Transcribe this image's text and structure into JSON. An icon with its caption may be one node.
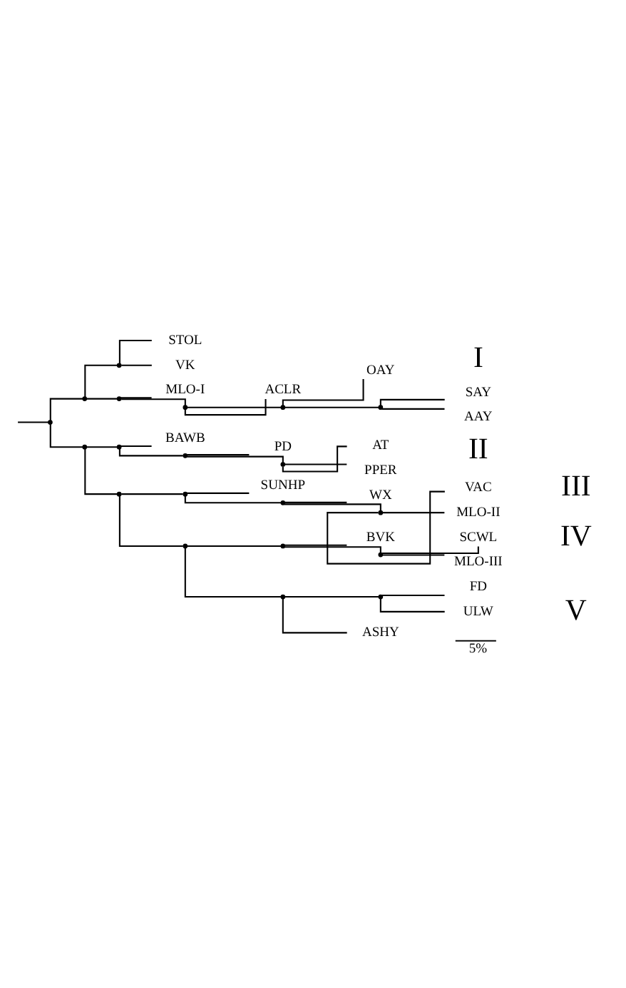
{
  "diagram": {
    "nodes": [
      {
        "text": [],
        "shape": "point"
      },
      {
        "text": [],
        "shape": "point"
      },
      {
        "text": [],
        "shape": "point"
      },
      {
        "text": [
          "STOL"
        ]
      },
      {
        "text": [
          "VK"
        ]
      },
      {
        "text": [],
        "shape": "point"
      },
      {
        "text": [
          "MLO-I"
        ]
      },
      {
        "text": [],
        "shape": "point"
      },
      {
        "text": [
          "ACLR"
        ]
      },
      {
        "text": [],
        "shape": "point"
      },
      {
        "text": [
          "OAY"
        ]
      },
      {
        "text": [],
        "shape": "point"
      },
      {
        "text": [
          "SAY"
        ]
      },
      {
        "text": [
          "AAY"
        ]
      },
      {
        "text": [],
        "shape": "point"
      },
      {
        "text": [],
        "shape": "point"
      },
      {
        "text": [
          "BAWB"
        ]
      },
      {
        "text": [],
        "shape": "point"
      },
      {
        "text": [
          "PD"
        ]
      },
      {
        "text": [],
        "shape": "point"
      },
      {
        "text": [
          "AT"
        ]
      },
      {
        "text": [
          "PPER"
        ]
      },
      {
        "text": [],
        "shape": "point"
      },
      {
        "text": [],
        "shape": "point"
      },
      {
        "text": [
          "SUNHP"
        ]
      },
      {
        "text": [],
        "shape": "point"
      },
      {
        "text": [
          "WX"
        ]
      },
      {
        "text": [],
        "shape": "point"
      },
      {
        "text": [
          "VAC"
        ]
      },
      {
        "text": [
          "MLO-II"
        ]
      },
      {
        "text": [],
        "shape": "point"
      },
      {
        "text": [],
        "shape": "point"
      },
      {
        "text": [
          "BVK"
        ]
      },
      {
        "text": [],
        "shape": "point"
      },
      {
        "text": [
          "SCWL"
        ]
      },
      {
        "text": [
          "MLO-III"
        ]
      },
      {
        "text": [],
        "shape": "point"
      },
      {
        "text": [],
        "shape": "point"
      },
      {
        "text": [
          "FD"
        ]
      },
      {
        "text": [
          "ULW"
        ]
      },
      {
        "text": [
          "ASHY"
        ]
      }
    ],
    "edges": [
      {
        "from": null,
        "to": 0,
        "arrow": "none"
      },
      {
        "from": 0,
        "to": 1,
        "arrow": "none"
      },
      {
        "from": 1,
        "to": 2,
        "arrow": "none"
      },
      {
        "from": 2,
        "to": 3,
        "arrow": "none"
      },
      {
        "from": 2,
        "to": 4,
        "arrow": "none"
      },
      {
        "from": 1,
        "to": 5,
        "arrow": "none"
      },
      {
        "from": 5,
        "to": 6,
        "arrow": "none"
      },
      {
        "from": 5,
        "to": 7,
        "arrow": "none"
      },
      {
        "from": 7,
        "to": 8,
        "arrow": "none"
      },
      {
        "from": 7,
        "to": 9,
        "arrow": "none"
      },
      {
        "from": 9,
        "to": 10,
        "arrow": "none"
      },
      {
        "from": 9,
        "to": 11,
        "arrow": "none"
      },
      {
        "from": 11,
        "to": 12,
        "arrow": "none"
      },
      {
        "from": 11,
        "to": 13,
        "arrow": "none"
      },
      {
        "from": 0,
        "to": 14,
        "arrow": "none"
      },
      {
        "from": 14,
        "to": 15,
        "arrow": "none"
      },
      {
        "from": 15,
        "to": 16,
        "arrow": "none"
      },
      {
        "from": 15,
        "to": 17,
        "arrow": "none"
      },
      {
        "from": 17,
        "to": 18,
        "arrow": "none"
      },
      {
        "from": 17,
        "to": 19,
        "arrow": "none"
      },
      {
        "from": 19,
        "to": 20,
        "arrow": "none"
      },
      {
        "from": 19,
        "to": 21,
        "arrow": "none"
      },
      {
        "from": 14,
        "to": 22,
        "arrow": "none"
      },
      {
        "from": 22,
        "to": 23,
        "arrow": "none"
      },
      {
        "from": 23,
        "to": 24,
        "arrow": "none"
      },
      {
        "from": 23,
        "to": 25,
        "arrow": "none"
      },
      {
        "from": 25,
        "to": 26,
        "arrow": "none"
      },
      {
        "from": 25,
        "to": 27,
        "arrow": "none"
      },
      {
        "from": 27,
        "to": 28,
        "arrow": "none"
      },
      {
        "from": 27,
        "to": 29,
        "arrow": "none"
      },
      {
        "from": 22,
        "to": 30,
        "arrow": "none"
      },
      {
        "from": 30,
        "to": 31,
        "arrow": "none"
      },
      {
        "from": 31,
        "to": 32,
        "arrow": "none"
      },
      {
        "from": 31,
        "to": 33,
        "arrow": "none"
      },
      {
        "from": 33,
        "to": 34,
        "arrow": "none"
      },
      {
        "from": 33,
        "to": 35,
        "arrow": "none"
      },
      {
        "from": 30,
        "to": 36,
        "arrow": "none"
      },
      {
        "from": 36,
        "to": 37,
        "arrow": "none"
      },
      {
        "from": 37,
        "to": 38,
        "arrow": "none"
      },
      {
        "from": 37,
        "to": 39,
        "arrow": "none"
      },
      {
        "from": 36,
        "to": 40,
        "arrow": "none"
      }
    ],
    "labels": [
      "I",
      "II",
      "III",
      "IV",
      "V",
      "5%"
    ]
  }
}
